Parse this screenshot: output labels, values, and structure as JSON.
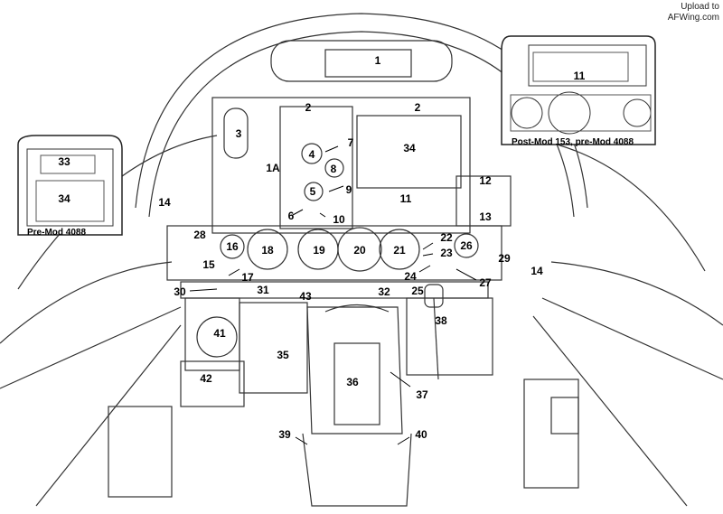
{
  "watermark": {
    "line1": "Upload to",
    "line2": "AFWing.com"
  },
  "insets": {
    "post_mod": "Post-Mod 153, pre-Mod 4088",
    "pre_mod": "Pre-Mod 4088"
  },
  "labels": {
    "c1": "1",
    "c1a": "1A",
    "c2a": "2",
    "c2b": "2",
    "c3": "3",
    "c4": "4",
    "c5": "5",
    "c6": "6",
    "c7": "7",
    "c8": "8",
    "c9": "9",
    "c10": "10",
    "c11": "11",
    "c11b": "11",
    "c12": "12",
    "c13": "13",
    "c14a": "14",
    "c14b": "14",
    "c15": "15",
    "c16": "16",
    "c17": "17",
    "c18": "18",
    "c19": "19",
    "c20": "20",
    "c21": "21",
    "c22": "22",
    "c23": "23",
    "c24": "24",
    "c25": "25",
    "c26": "26",
    "c27": "27",
    "c28": "28",
    "c29": "29",
    "c30": "30",
    "c31": "31",
    "c32": "32",
    "c33": "33",
    "c34": "34",
    "c34b": "34",
    "c35": "35",
    "c36": "36",
    "c37": "37",
    "c38": "38",
    "c39": "39",
    "c40": "40",
    "c41": "41",
    "c42": "42",
    "c43": "43"
  }
}
